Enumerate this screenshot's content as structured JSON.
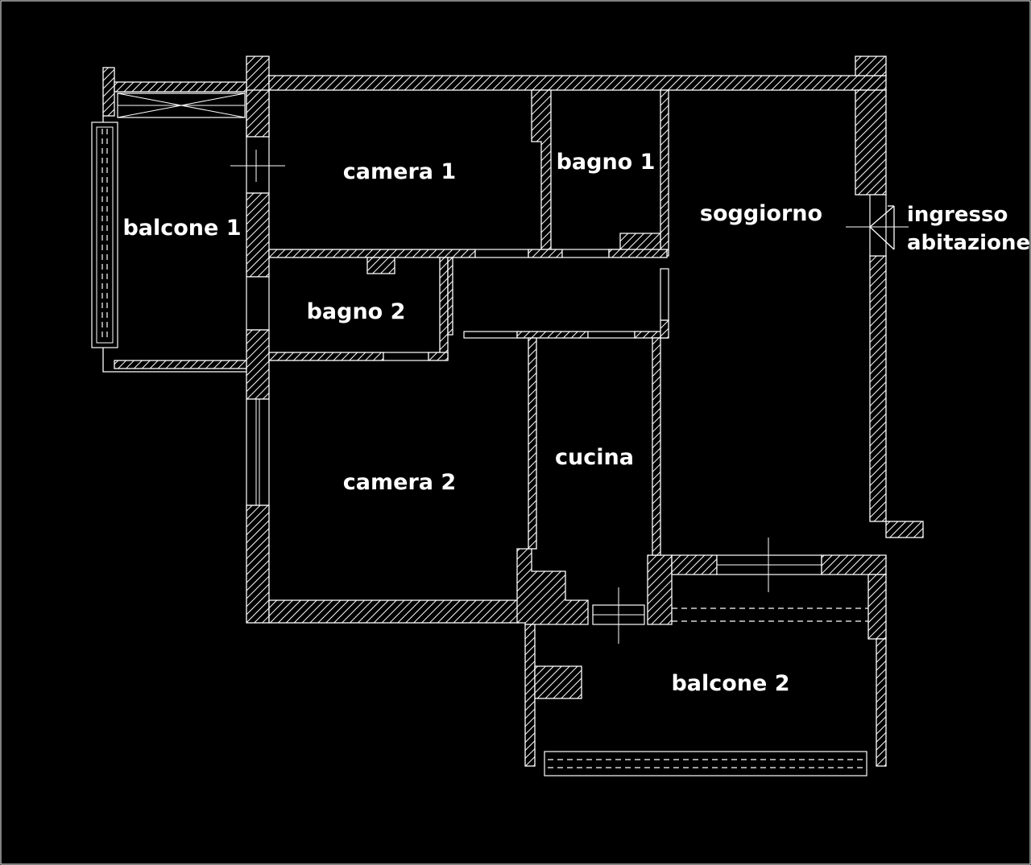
{
  "plan": {
    "rooms": {
      "camera_1": "camera 1",
      "bagno_1": "bagno 1",
      "soggiorno": "soggiorno",
      "balcone_1": "balcone 1",
      "bagno_2": "bagno 2",
      "camera_2": "camera 2",
      "cucina": "cucina",
      "balcone_2": "balcone 2"
    },
    "entrance": {
      "line1": "ingresso",
      "line2": "abitazione"
    },
    "colors": {
      "background": "#000000",
      "lines": "#ffffff"
    }
  }
}
